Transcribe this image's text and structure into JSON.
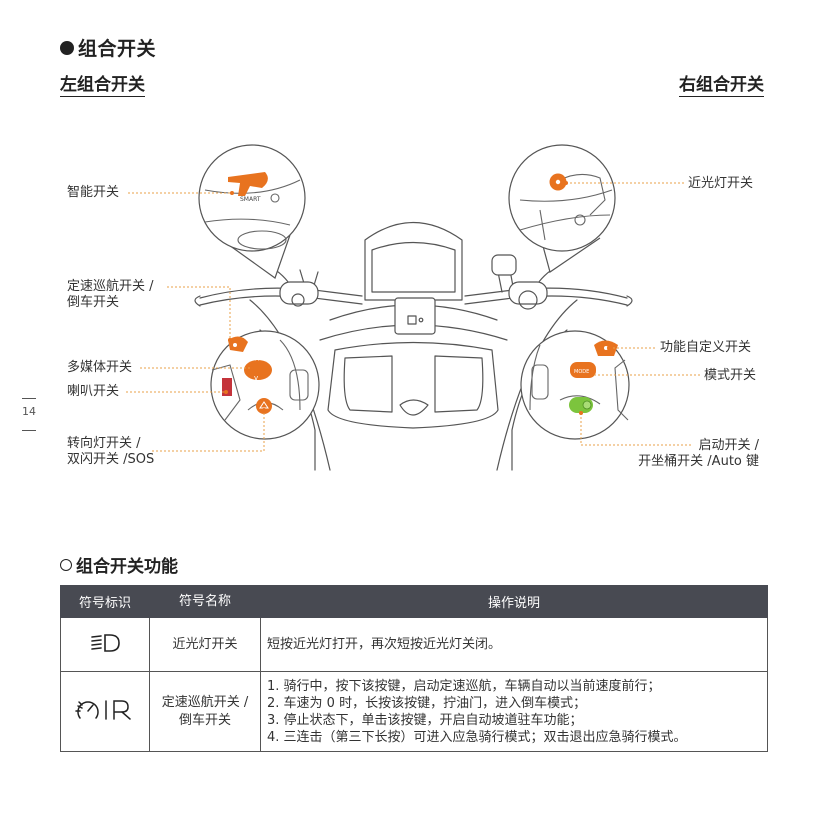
{
  "header": {
    "title": "组合开关",
    "left_subtitle": "左组合开关",
    "right_subtitle": "右组合开关"
  },
  "labels": {
    "smart_switch": "智能开关",
    "cruise_reverse_1": "定速巡航开关 /",
    "cruise_reverse_2": "倒车开关",
    "multimedia": "多媒体开关",
    "horn": "喇叭开关",
    "turn_signal_1": "转向灯开关 /",
    "turn_signal_2": "双闪开关 /SOS",
    "low_beam": "近光灯开关",
    "custom_function": "功能自定义开关",
    "mode_switch": "模式开关",
    "start_1": "启动开关 /",
    "start_2": "开坐桶开关 /Auto 键"
  },
  "page_number": "14",
  "section2": {
    "title": "组合开关功能"
  },
  "table": {
    "headers": [
      "符号标识",
      "符号名称",
      "操作说明"
    ],
    "rows": [
      {
        "icon": "low-beam-icon",
        "name": "近光灯开关",
        "lines": [
          "短按近光灯打开，再次短按近光灯关闭。"
        ]
      },
      {
        "icon": "cruise-reverse-icon",
        "name_1": "定速巡航开关 /",
        "name_2": "倒车开关",
        "lines": [
          "1. 骑行中，按下该按键，启动定速巡航，车辆自动以当前速度前行；",
          "2. 车速为 0 时，长按该按键，拧油门，进入倒车模式；",
          "3. 停止状态下，单击该按键，开启自动坡道驻车功能；",
          "4. 三连击（第三下长按）可进入应急骑行模式；双击退出应急骑行模式。"
        ]
      }
    ]
  },
  "colors": {
    "accent_orange": "#e8731f",
    "start_green": "#7cc43d",
    "horn_red": "#c4333b",
    "table_header": "#484a52",
    "leader_orange": "#e8a24a"
  },
  "diagram_text": {
    "smart_text": "SMART"
  }
}
